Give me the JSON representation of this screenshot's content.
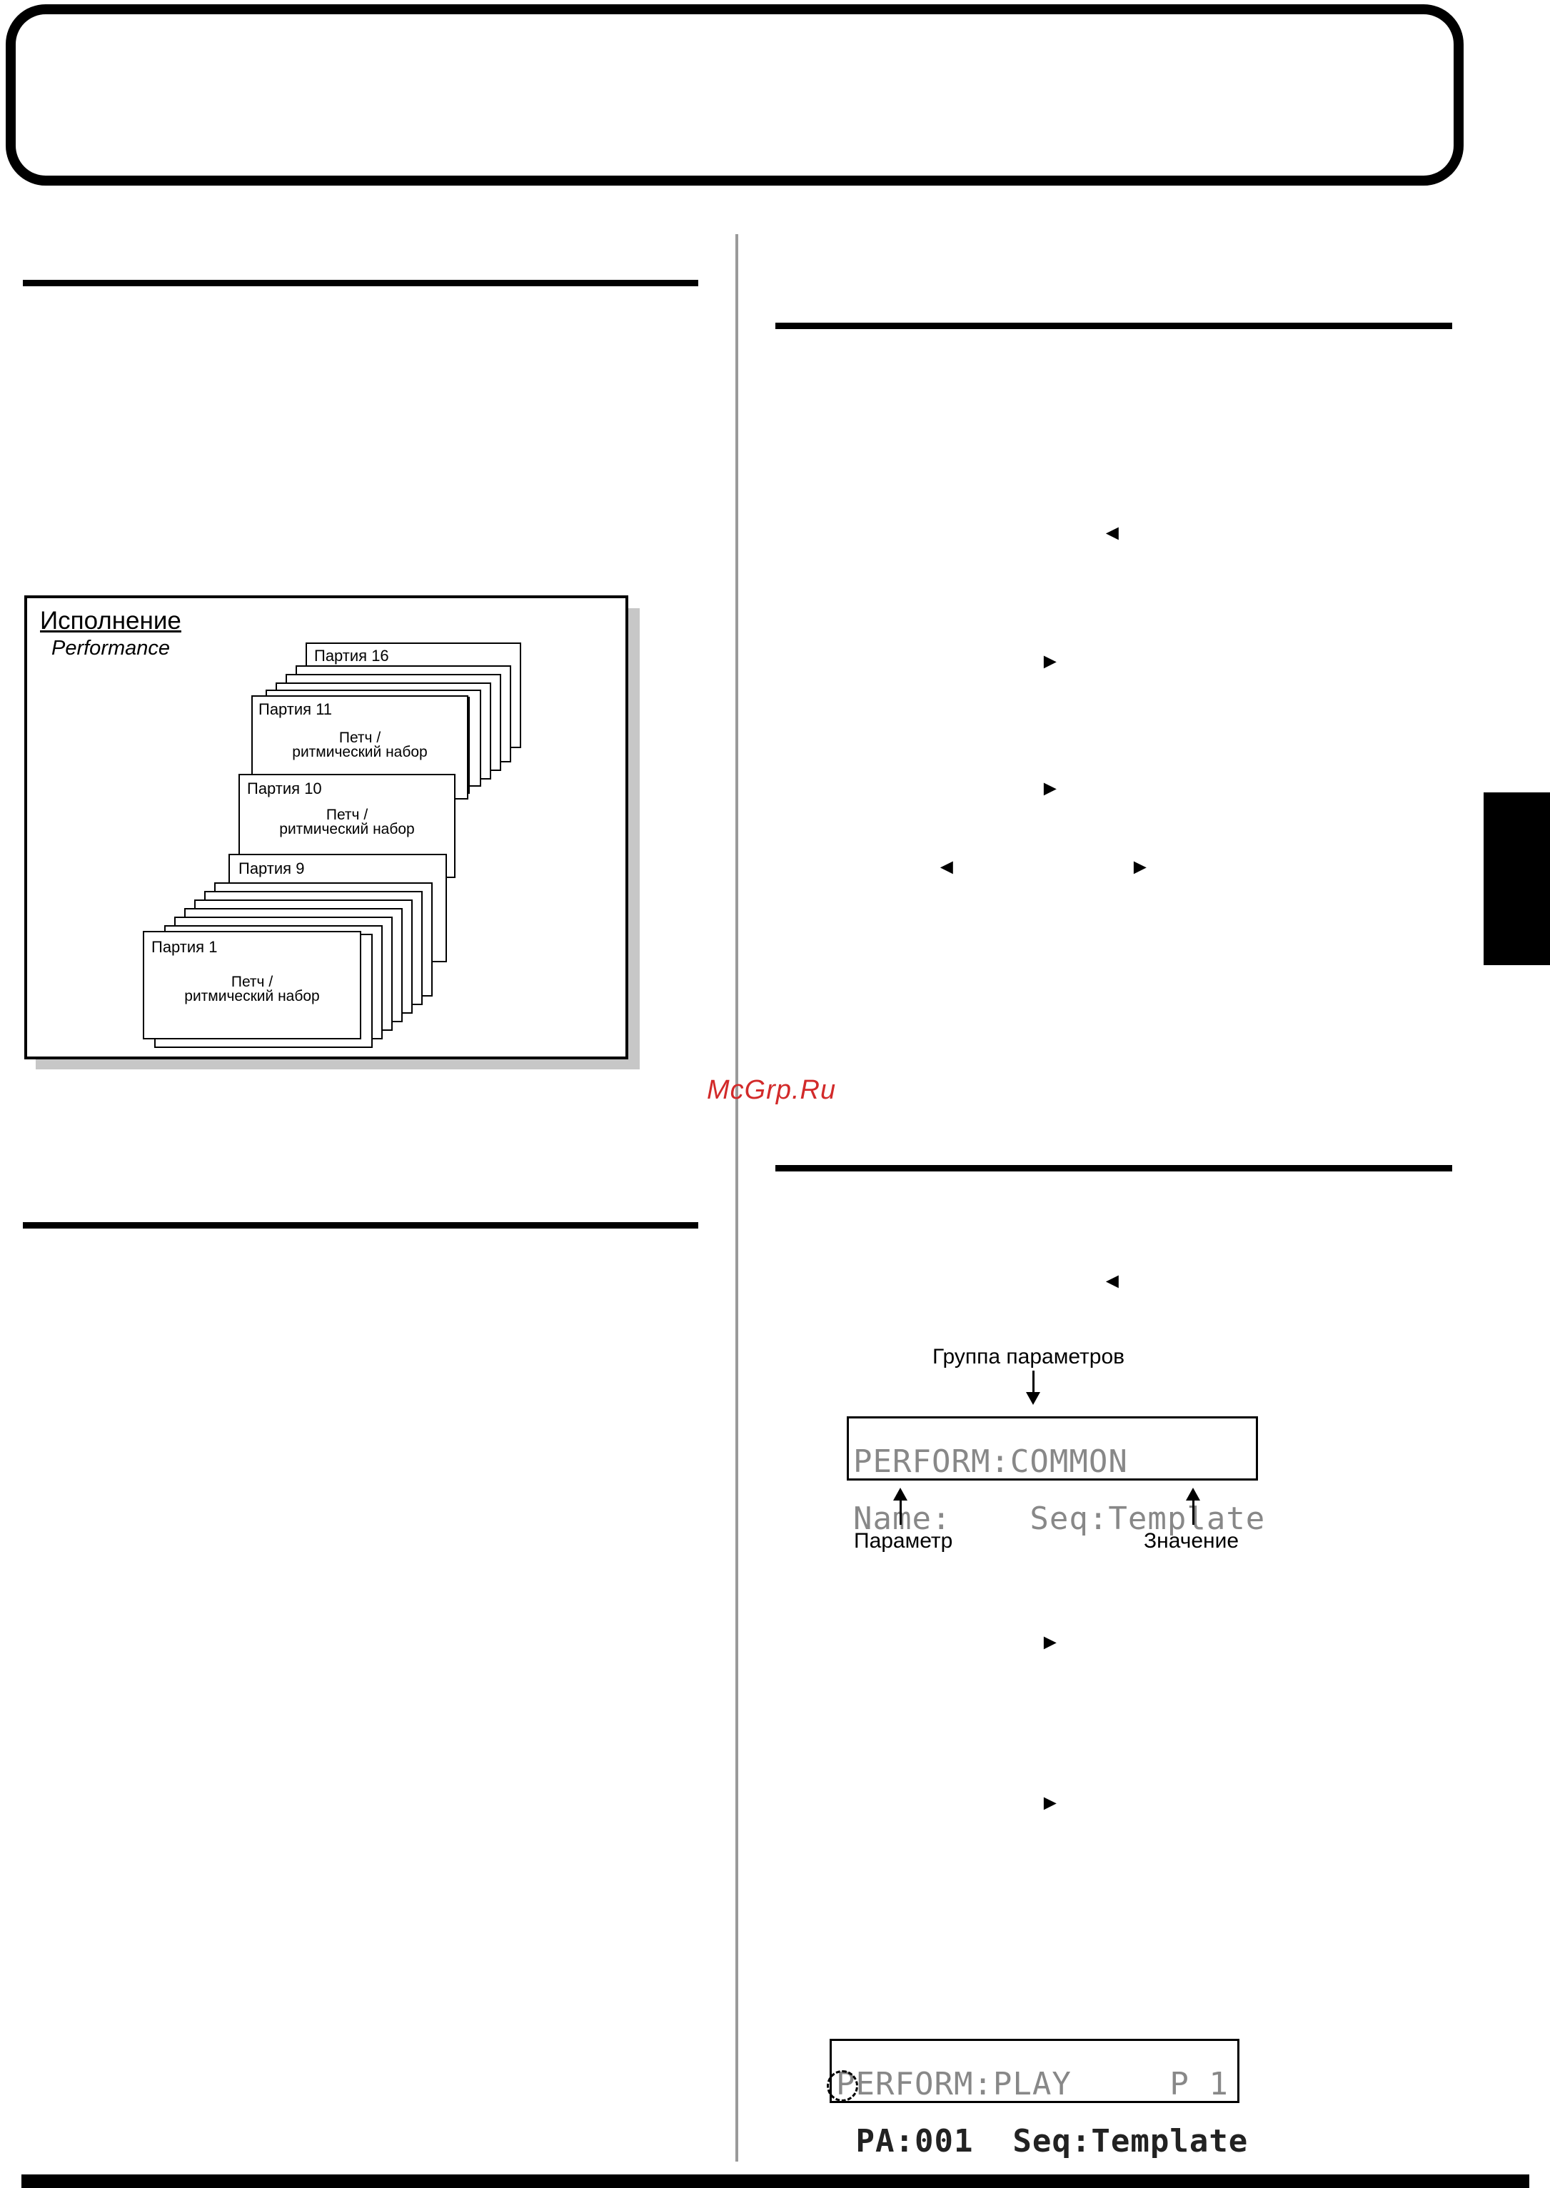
{
  "watermark": "McGrp.Ru",
  "diagram": {
    "title": "Исполнение",
    "subtitle": "Performance",
    "cards": [
      {
        "label": "Партия 16",
        "body_line1": "",
        "body_line2": ""
      },
      {
        "label": "Партия 11",
        "body_line1": "Петч /",
        "body_line2": "ритмический набор"
      },
      {
        "label": "Партия 10",
        "body_line1": "Петч /",
        "body_line2": "ритмический набор"
      },
      {
        "label": "Партия 9",
        "body_line1": "",
        "body_line2": ""
      },
      {
        "label": "Партия 1",
        "body_line1": "Петч /",
        "body_line2": "ритмический набор"
      }
    ]
  },
  "arrows": {
    "left": "◄",
    "right": "►"
  },
  "lcd1": {
    "line1": "PERFORM:COMMON",
    "line2": "Name:    Seq:Template",
    "caption_group": "Группа параметров",
    "caption_param": "Параметр",
    "caption_value": "Значение"
  },
  "lcd2": {
    "line1": "PERFORM:PLAY     P 1",
    "line2": " PA:001  Seq:Template"
  }
}
